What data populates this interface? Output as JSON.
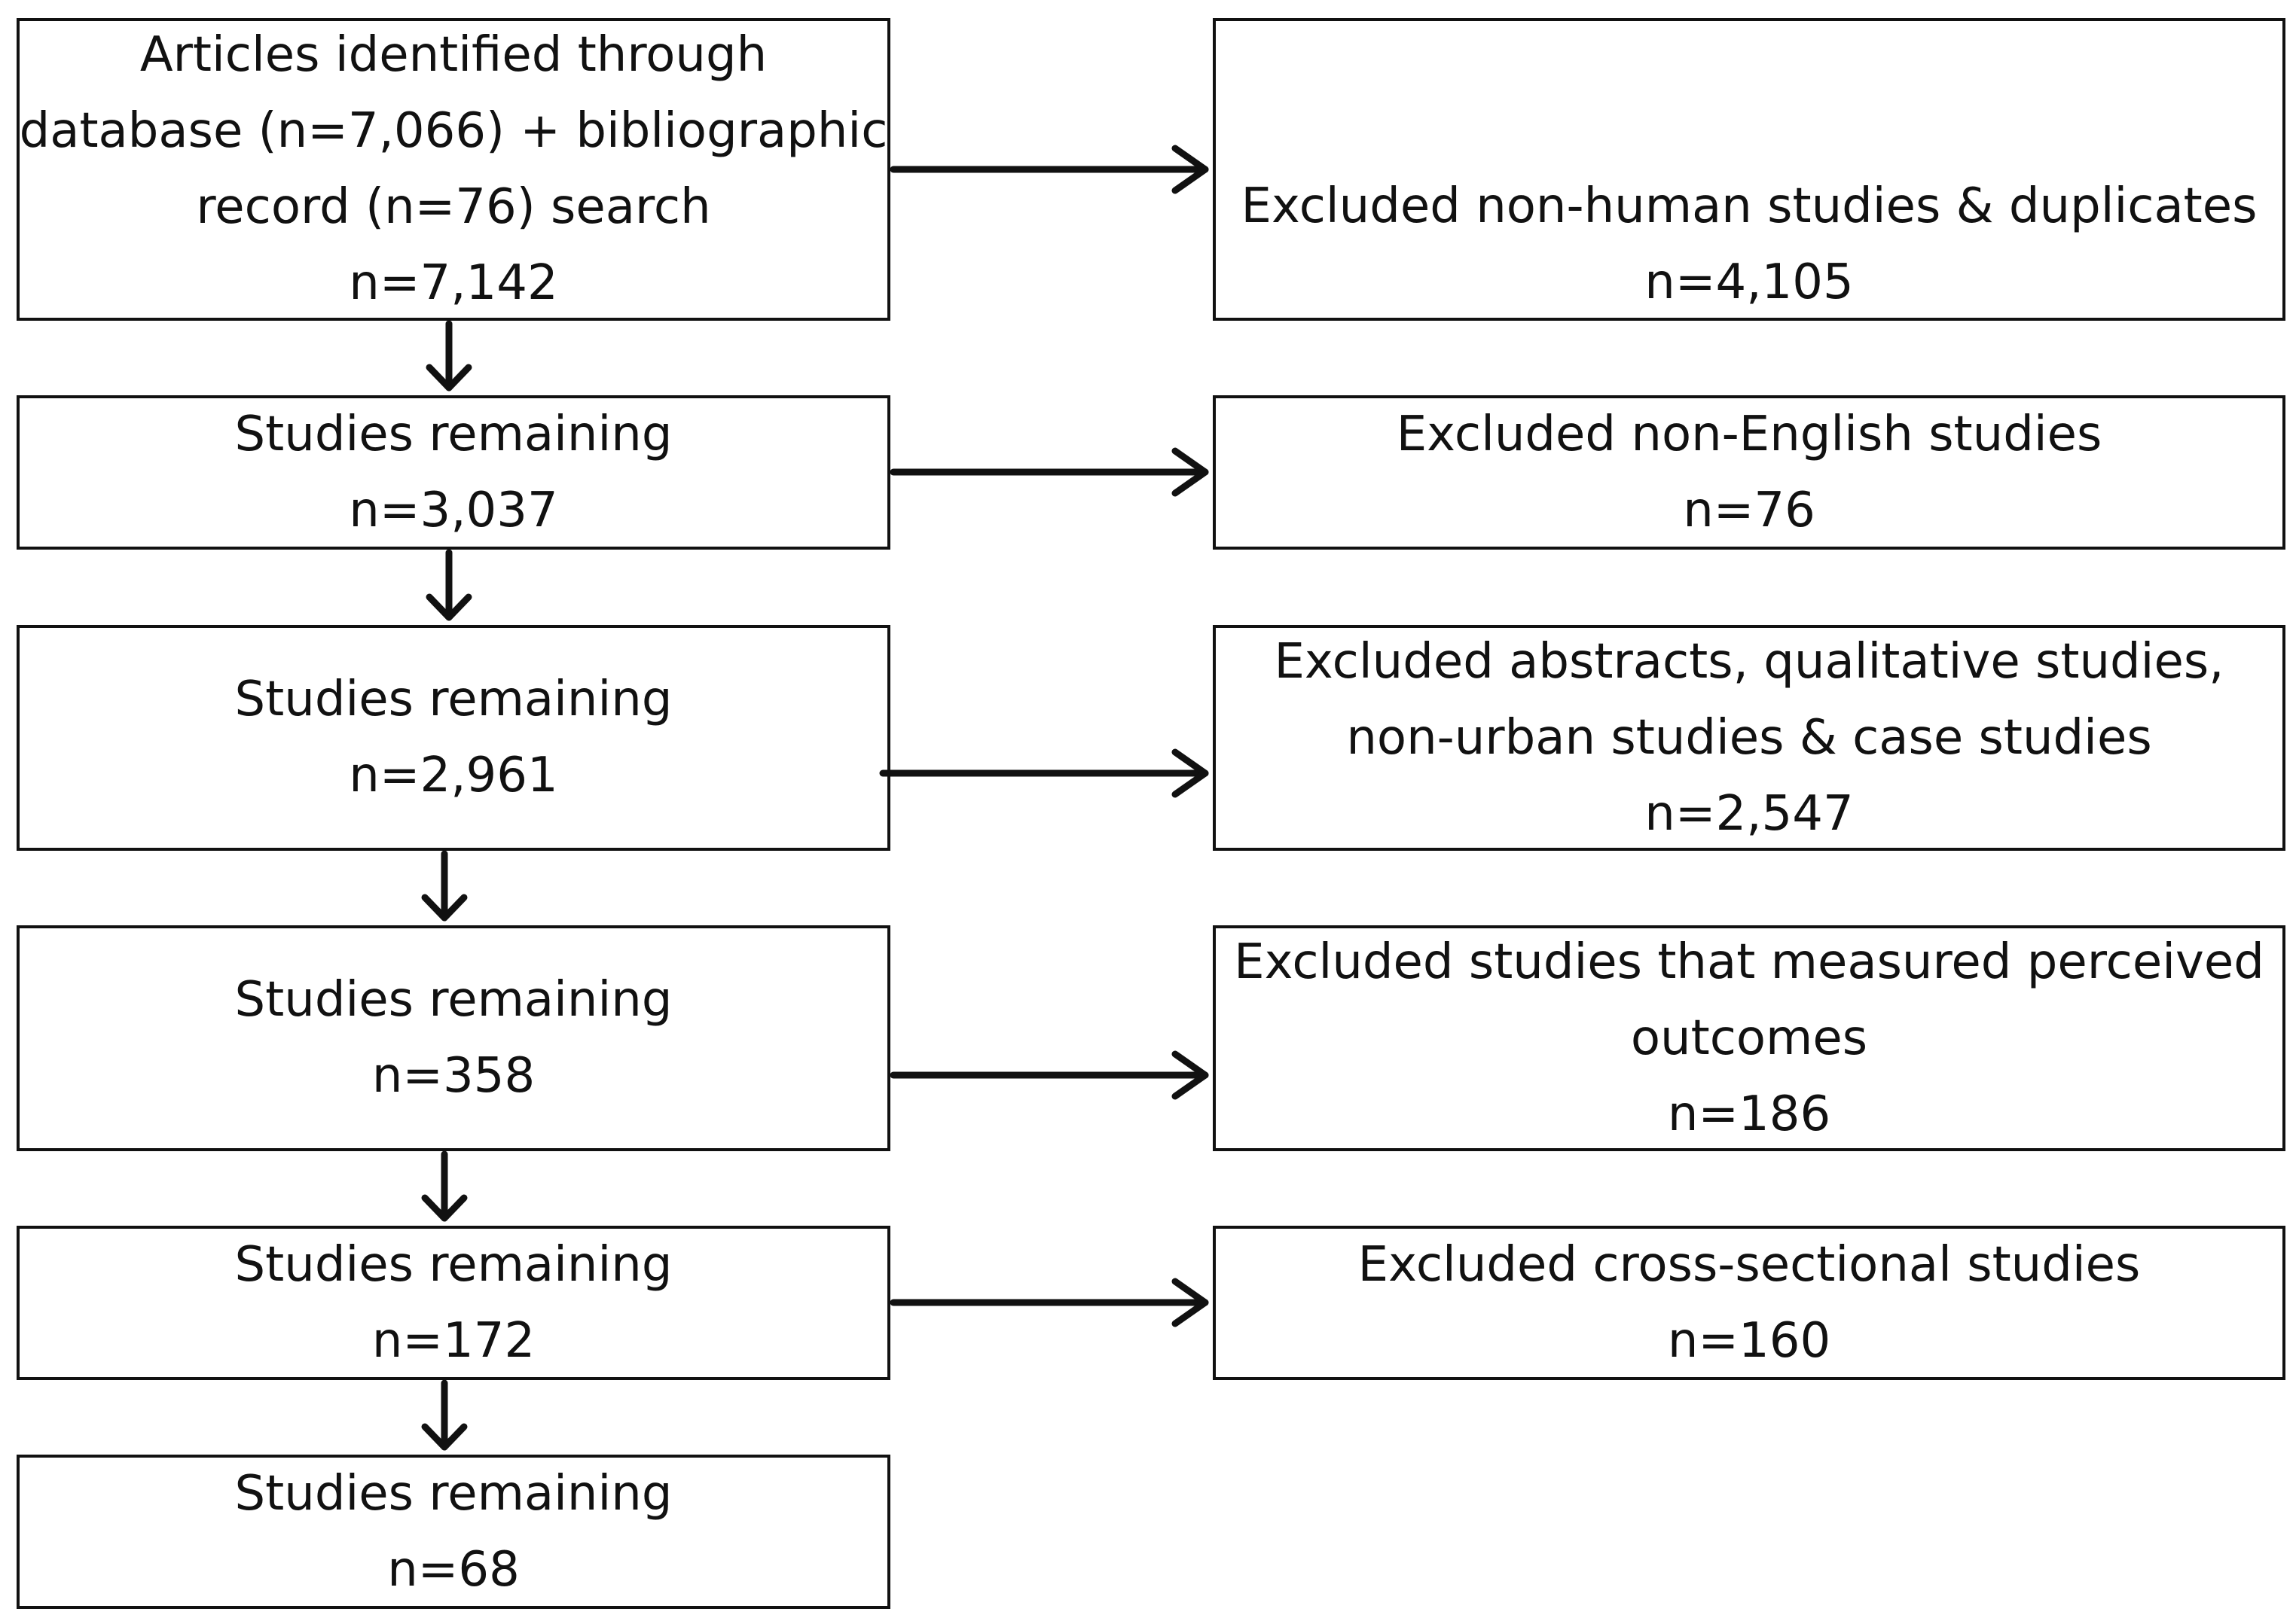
{
  "flow": {
    "main": [
      {
        "lines": [
          "Articles identified through",
          "database (n=7,066) + bibliographic",
          "record (n=76) search",
          "n=7,142"
        ]
      },
      {
        "lines": [
          "Studies remaining",
          "n=3,037"
        ]
      },
      {
        "lines": [
          "Studies remaining",
          "n=2,961"
        ]
      },
      {
        "lines": [
          "Studies remaining",
          "n=358"
        ]
      },
      {
        "lines": [
          "Studies remaining",
          "n=172"
        ]
      },
      {
        "lines": [
          "Studies remaining",
          "n=68"
        ]
      }
    ],
    "excluded": [
      {
        "lines": [
          "Excluded non-human studies & duplicates",
          "n=4,105"
        ]
      },
      {
        "lines": [
          "Excluded non-English studies",
          "n=76"
        ]
      },
      {
        "lines": [
          "Excluded abstracts, qualitative studies,",
          "non-urban studies & case studies",
          "n=2,547"
        ]
      },
      {
        "lines": [
          "Excluded studies that measured perceived",
          "outcomes",
          "n=186"
        ]
      },
      {
        "lines": [
          "Excluded cross-sectional studies",
          "n=160"
        ]
      }
    ]
  }
}
